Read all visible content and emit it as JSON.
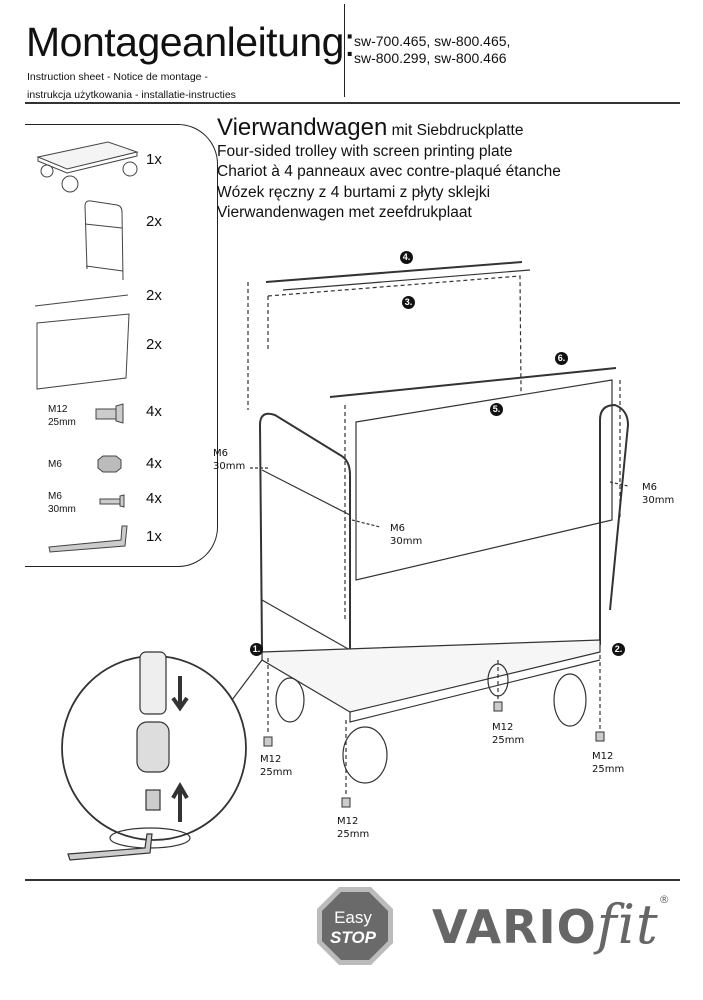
{
  "header": {
    "title": "Montageanleitung:",
    "models_line1": "sw-700.465, sw-800.465,",
    "models_line2": "sw-800.299, sw-800.466",
    "subtitle_line1": "Instruction sheet - Notice de montage  -",
    "subtitle_line2": "instrukcja użytkowania - installatie-instructies"
  },
  "product": {
    "name_main": "Vierwandwagen",
    "name_suffix": " mit Siebdruckplatte",
    "en": "Four-sided trolley with screen printing plate",
    "fr": "Chariot à 4 panneaux avec contre-plaqué étanche",
    "pl": "Wózek ręczny z 4 burtami z płyty sklejki",
    "nl": "Vierwandenwagen met zeefdrukplaat"
  },
  "parts": [
    {
      "icon": "trolley-base-icon",
      "qty": "1x"
    },
    {
      "icon": "side-frame-icon",
      "qty": "2x"
    },
    {
      "icon": "rod-icon",
      "qty": "2x"
    },
    {
      "icon": "panel-icon",
      "qty": "2x"
    },
    {
      "icon": "screw-m12-icon",
      "label1": "M12",
      "label2": "25mm",
      "qty": "4x"
    },
    {
      "icon": "nut-m6-icon",
      "label1": "M6",
      "qty": "4x"
    },
    {
      "icon": "screw-m6-icon",
      "label1": "M6",
      "label2": "30mm",
      "qty": "4x"
    },
    {
      "icon": "allen-key-icon",
      "qty": "1x"
    }
  ],
  "diagram": {
    "steps": [
      "1.",
      "2.",
      "3.",
      "4.",
      "5.",
      "6."
    ],
    "m6": "M6",
    "m6_len": "30mm",
    "m12": "M12",
    "m12_len": "25mm"
  },
  "logos": {
    "easy": "Easy",
    "stop": "STOP",
    "vario": "VARIO",
    "fit": "fit",
    "reg": "®"
  }
}
